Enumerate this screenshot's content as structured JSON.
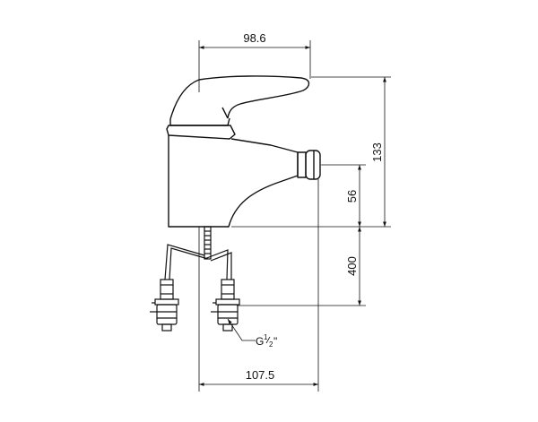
{
  "dimensions": {
    "top_width": "98.6",
    "total_height": "133",
    "spout_height": "56",
    "hose_length": "400",
    "bottom_width": "107.5"
  },
  "thread_label": {
    "prefix": "G",
    "numerator": "1",
    "denominator": "2",
    "suffix": "\""
  },
  "colors": {
    "line": "#111111",
    "background": "#ffffff"
  }
}
